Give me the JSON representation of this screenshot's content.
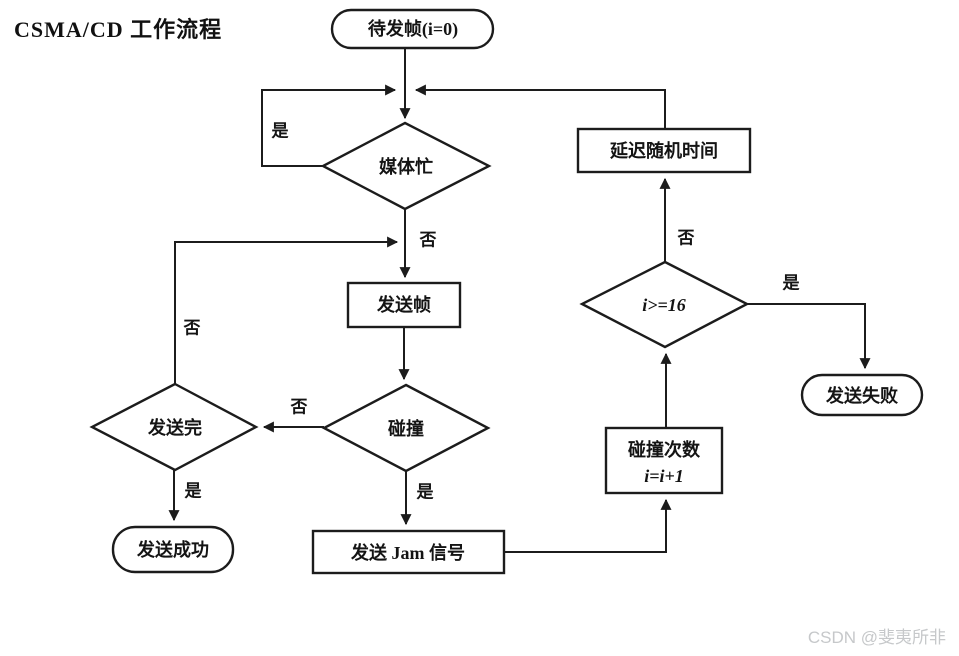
{
  "title": "CSMA/CD 工作流程",
  "watermark": "CSDN @斐夷所非",
  "colors": {
    "line": "#1c1c1c",
    "watermark": "#c6c8ca"
  },
  "nodes": {
    "start": {
      "label": "待发帧(i=0)"
    },
    "media_busy": {
      "label": "媒体忙"
    },
    "send_frame": {
      "label": "发送帧"
    },
    "collision": {
      "label": "碰撞"
    },
    "send_done": {
      "label": "发送完"
    },
    "send_success": {
      "label": "发送成功"
    },
    "send_jam": {
      "label": "发送 Jam 信号"
    },
    "collision_count": {
      "line1": "碰撞次数",
      "line2": "i=i+1"
    },
    "retry_check": {
      "label": "i>=16"
    },
    "random_delay": {
      "label": "延迟随机时间"
    },
    "send_fail": {
      "label": "发送失败"
    }
  },
  "edge_labels": {
    "media_busy_yes": "是",
    "media_busy_no": "否",
    "send_done_return_no": "否",
    "collision_no": "否",
    "collision_yes": "是",
    "send_done_yes": "是",
    "retry_no": "否",
    "retry_yes": "是"
  }
}
